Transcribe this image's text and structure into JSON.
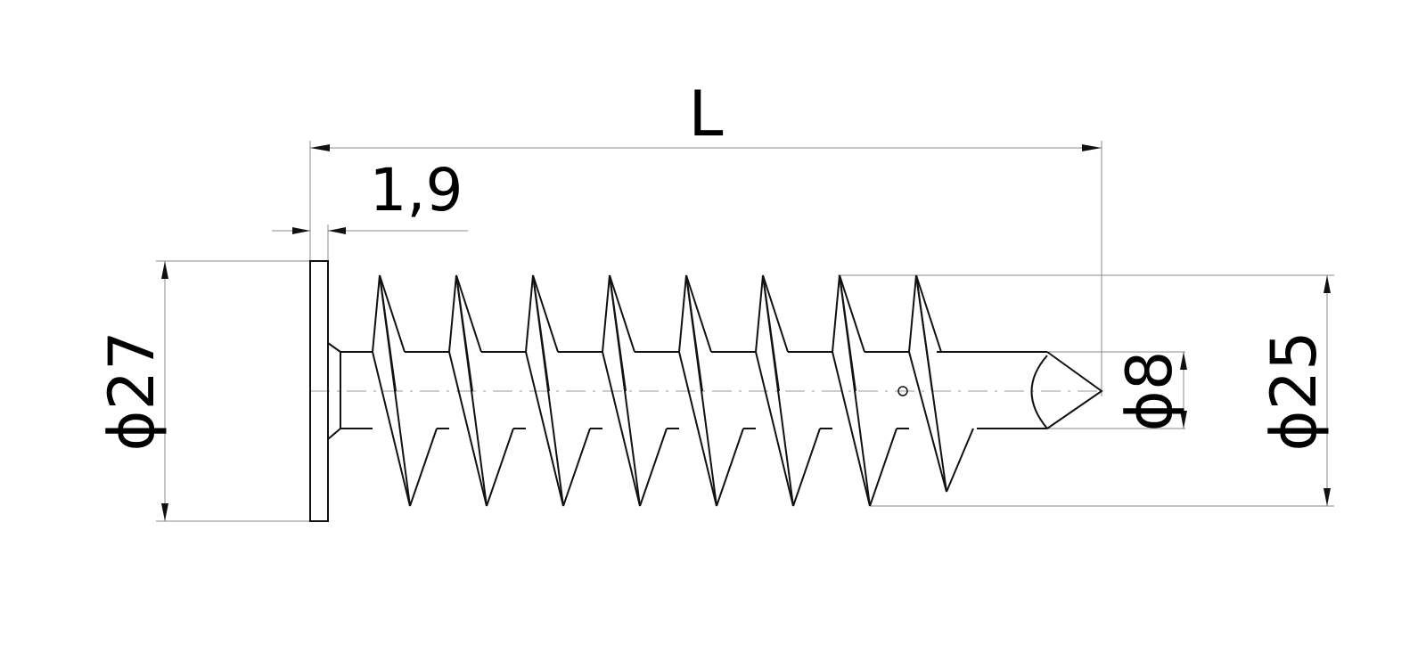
{
  "labels": {
    "length": "L",
    "plate_thickness": "1,9",
    "head_diameter": "ϕ27",
    "core_diameter": "ϕ8",
    "thread_diameter": "ϕ25"
  },
  "colors": {
    "background": "#ffffff",
    "line": "#111111",
    "dimension_line": "#8a8a8a"
  }
}
